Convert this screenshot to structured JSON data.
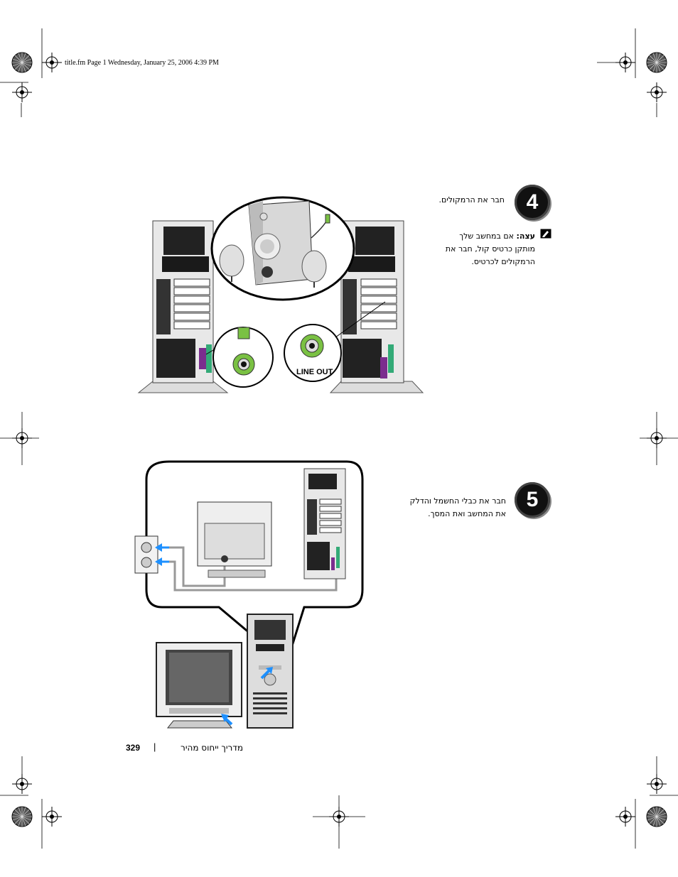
{
  "header": {
    "file_info": "title.fm  Page 1  Wednesday, January 25, 2006  4:39 PM"
  },
  "step4": {
    "number": "4",
    "instruction": "חבר את הרמקולים.",
    "note_label": "עצה:",
    "note_text": " אם במחשב שלך מותקן כרטיס קול, חבר את הרמקולים לכרטיס.",
    "illustration": {
      "jack_label": "LINE OUT"
    }
  },
  "step5": {
    "number": "5",
    "instruction": "חבר את כבלי החשמל והדלק את המחשב ואת המסך."
  },
  "footer": {
    "page_number": "329",
    "separator": "|",
    "title": "מדריך ייחוס מהיר"
  },
  "colors": {
    "badge": "#111111",
    "arrow": "#1e90ff",
    "jack_green": "#7ac143",
    "slot_purple": "#7b2d8e"
  }
}
